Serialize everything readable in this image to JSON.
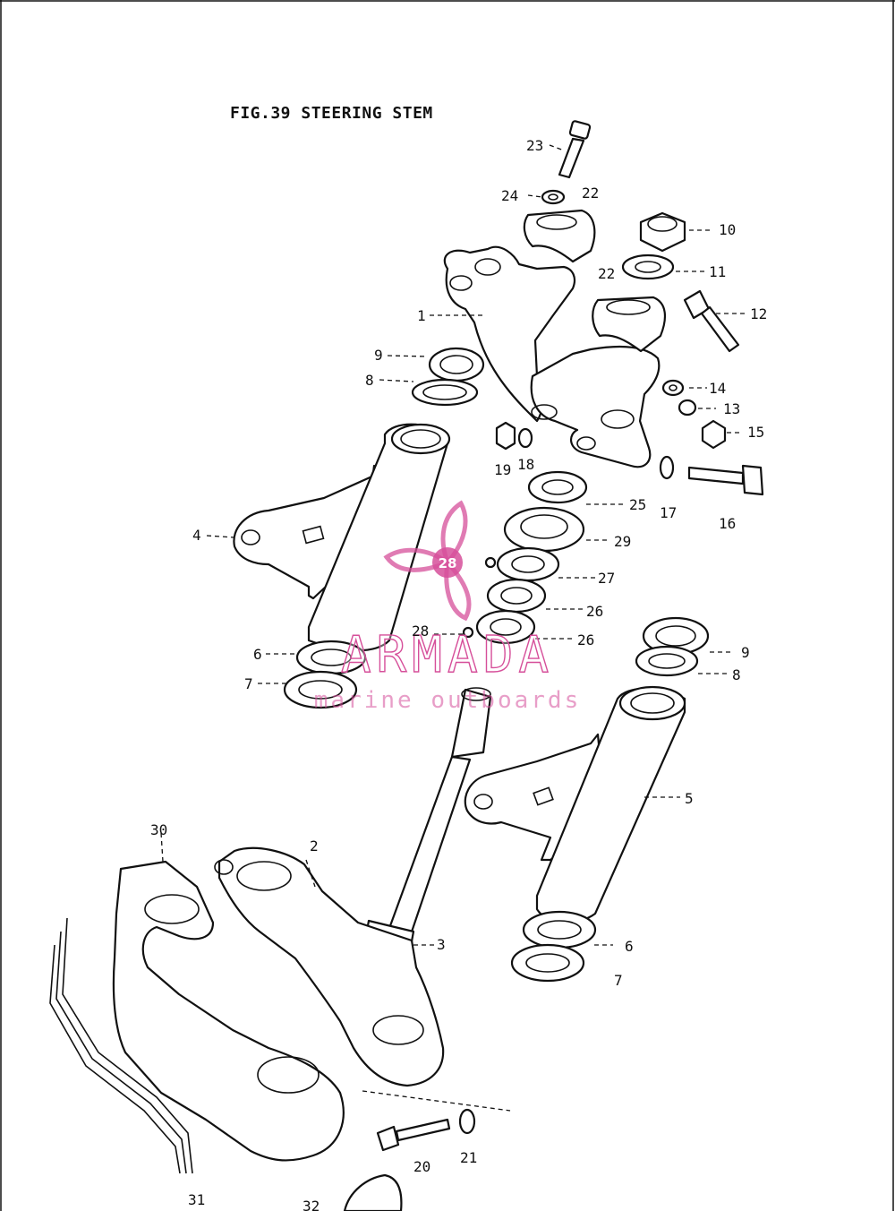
{
  "figure": {
    "title": "FIG.39  STEERING STEM"
  },
  "callouts": [
    {
      "id": "c23",
      "label": "23"
    },
    {
      "id": "c24",
      "label": "24"
    },
    {
      "id": "c22a",
      "label": "22"
    },
    {
      "id": "c22b",
      "label": "22"
    },
    {
      "id": "c10",
      "label": "10"
    },
    {
      "id": "c11",
      "label": "11"
    },
    {
      "id": "c12",
      "label": "12"
    },
    {
      "id": "c1",
      "label": "1"
    },
    {
      "id": "c9a",
      "label": "9"
    },
    {
      "id": "c8a",
      "label": "8"
    },
    {
      "id": "c14",
      "label": "14"
    },
    {
      "id": "c13",
      "label": "13"
    },
    {
      "id": "c15",
      "label": "15"
    },
    {
      "id": "c19",
      "label": "19"
    },
    {
      "id": "c18",
      "label": "18"
    },
    {
      "id": "c17",
      "label": "17"
    },
    {
      "id": "c16",
      "label": "16"
    },
    {
      "id": "c25",
      "label": "25"
    },
    {
      "id": "c29",
      "label": "29"
    },
    {
      "id": "c27",
      "label": "27"
    },
    {
      "id": "c26a",
      "label": "26"
    },
    {
      "id": "c26b",
      "label": "26"
    },
    {
      "id": "c28",
      "label": "28"
    },
    {
      "id": "c4",
      "label": "4"
    },
    {
      "id": "c6a",
      "label": "6"
    },
    {
      "id": "c7a",
      "label": "7"
    },
    {
      "id": "c9b",
      "label": "9"
    },
    {
      "id": "c8b",
      "label": "8"
    },
    {
      "id": "c5",
      "label": "5"
    },
    {
      "id": "c30",
      "label": "30"
    },
    {
      "id": "c2",
      "label": "2"
    },
    {
      "id": "c3",
      "label": "3"
    },
    {
      "id": "c6b",
      "label": "6"
    },
    {
      "id": "c7b",
      "label": "7"
    },
    {
      "id": "c20",
      "label": "20"
    },
    {
      "id": "c21",
      "label": "21"
    },
    {
      "id": "c31",
      "label": "31"
    },
    {
      "id": "c32",
      "label": "32"
    }
  ],
  "watermark": {
    "brand": "ARMADA",
    "tagline": "marine outboards",
    "badge_label": "28",
    "color": "#d64f9a"
  },
  "colors": {
    "line": "#111111",
    "background": "#ffffff"
  }
}
